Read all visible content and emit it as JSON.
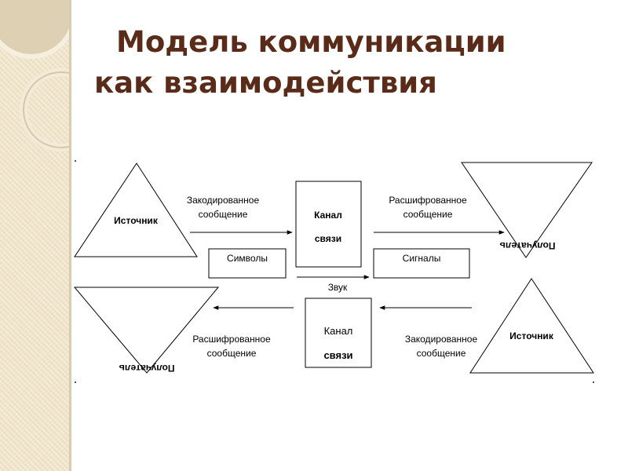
{
  "title": {
    "line1": "Модель коммуникации",
    "line2": "как взаимодействия"
  },
  "diagram": {
    "top_row": {
      "source": "Источник",
      "encoded_message": [
        "Закодированное",
        "сообщение"
      ],
      "channel": [
        "Канал",
        "связи"
      ],
      "decoded_message": [
        "Расшифрованное",
        "сообщение"
      ],
      "receiver": "Получатель",
      "symbols": "Символы",
      "signals": "Сигналы",
      "sound": "Звук"
    },
    "bottom_row": {
      "receiver": "Получатель",
      "decoded_message": [
        "Расшифрованное",
        "сообщение"
      ],
      "channel": [
        "Канал",
        "связи"
      ],
      "encoded_message": [
        "Закодированное",
        "сообщение"
      ],
      "source": "Источник"
    }
  }
}
